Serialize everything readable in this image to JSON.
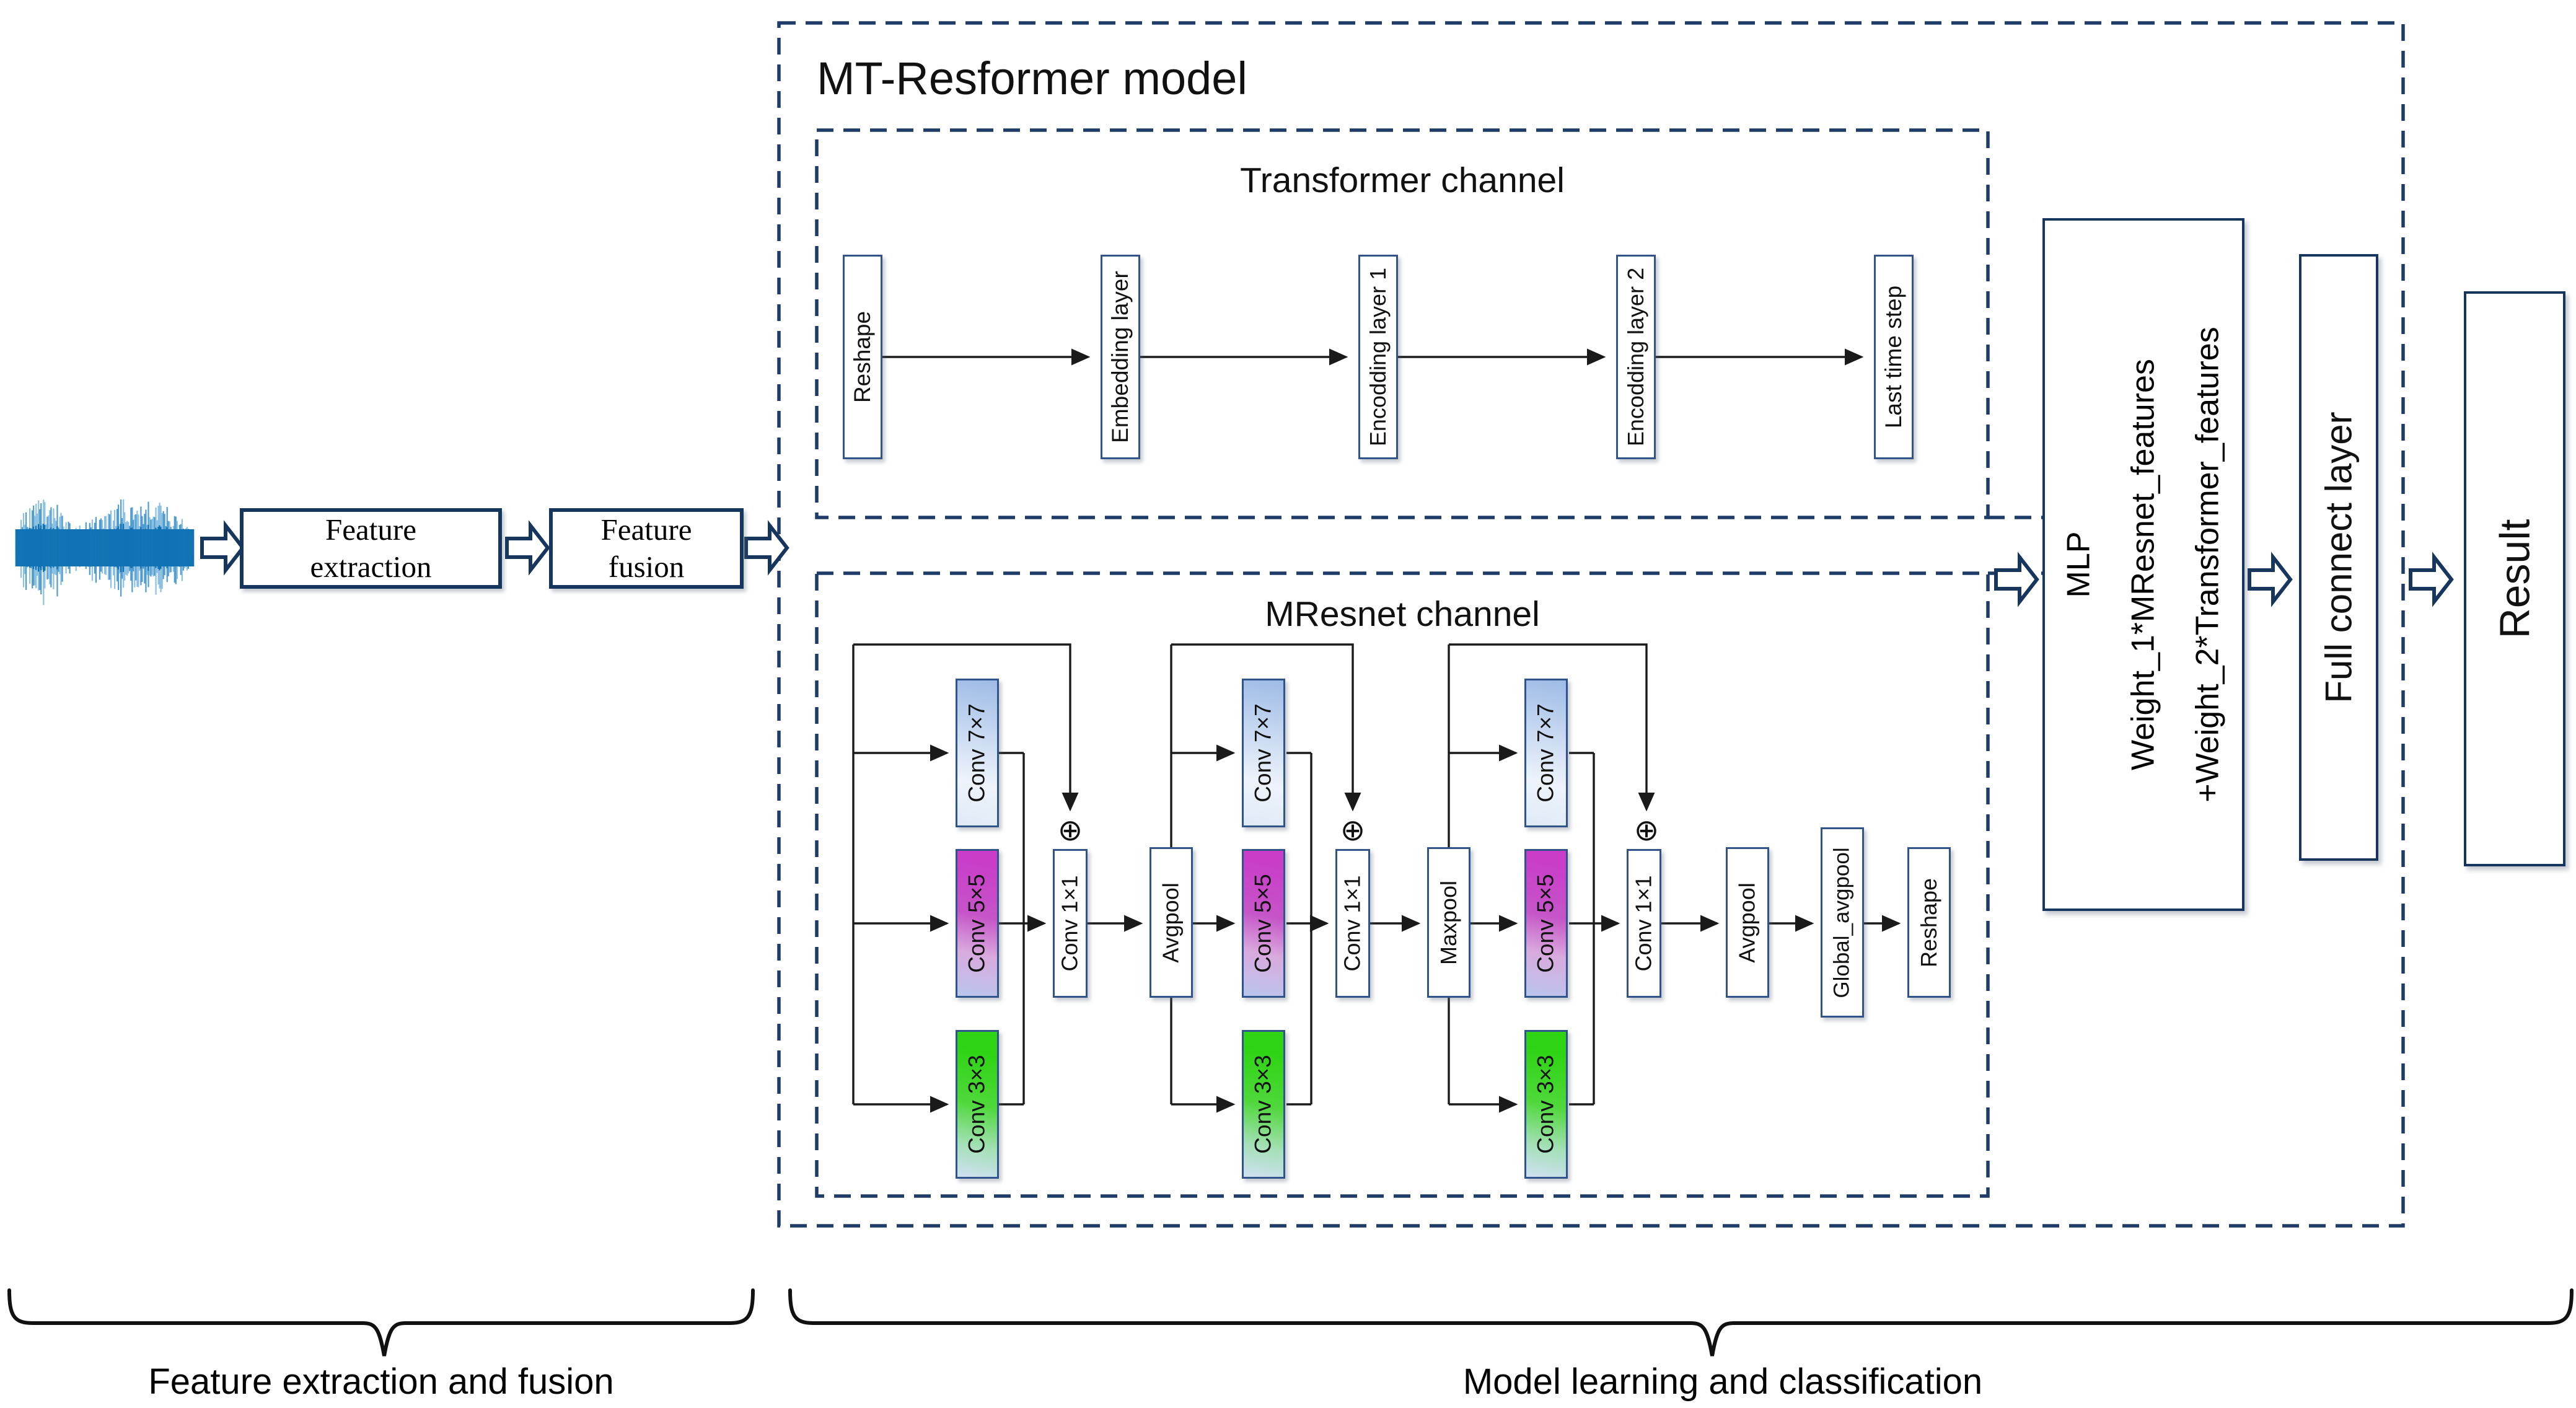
{
  "colors": {
    "navy": "#1f3c68",
    "border-dark": "#17365d",
    "border-thin": "#30548a",
    "line": "#1a1a1a",
    "wave": "#1173b3"
  },
  "title": {
    "model": "MT-Resformer model"
  },
  "input_flow": {
    "waveform_icon": "audio-waveform-icon",
    "feature_extraction": {
      "line1": "Feature",
      "line2": "extraction"
    },
    "feature_fusion": {
      "line1": "Feature",
      "line2": "fusion"
    }
  },
  "transformer_channel": {
    "title": "Transformer channel",
    "boxes": [
      "Reshape",
      "Embedding layer",
      "Encodding layer 1",
      "Encodding layer 2",
      "Last time step"
    ]
  },
  "mresnet_channel": {
    "title": "MResnet channel",
    "labels": {
      "conv7": "Conv 7×7",
      "conv5": "Conv 5×5",
      "conv3": "Conv 3×3",
      "conv1": "Conv 1×1",
      "avgpool": "Avgpool",
      "maxpool": "Maxpool",
      "global_avgpool": "Global_avgpool",
      "reshape": "Reshape",
      "sum_symbol": "⊕"
    }
  },
  "fusion_stage": {
    "mlp_line1": "MLP",
    "mlp_line2": "Weight_1*MResnet_features",
    "mlp_line3": "+Weight_2*Transformer_features",
    "full_connect": "Full connect layer",
    "result": "Result"
  },
  "footer": {
    "left_brace_label": "Feature extraction and fusion",
    "right_brace_label": "Model learning and classification"
  }
}
